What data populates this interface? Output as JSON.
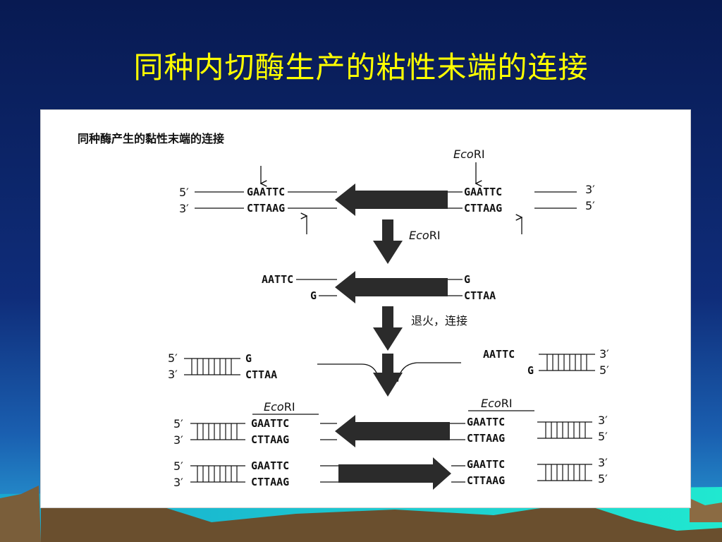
{
  "slide": {
    "title": "同种内切酶生产的粘性末端的连接",
    "title_color": "#ffff00",
    "background_color": "#0c1f5e"
  },
  "figure": {
    "heading": "同种酶产生的黏性末端的连接",
    "enzyme_prefix": "Eco",
    "enzyme_suffix": "RI",
    "step_anneal_label": "退火，连接",
    "strand_5p": "5′",
    "strand_3p": "3′",
    "seq_gaattc": "GAATTC",
    "seq_cttaag": "CTTAAG",
    "seq_aattc": "AATTC",
    "seq_g": "G",
    "seq_cttaa": "CTTAA",
    "arrow_color": "#2b2b2b",
    "cut_arrow_icon": "down-arrow-icon"
  }
}
